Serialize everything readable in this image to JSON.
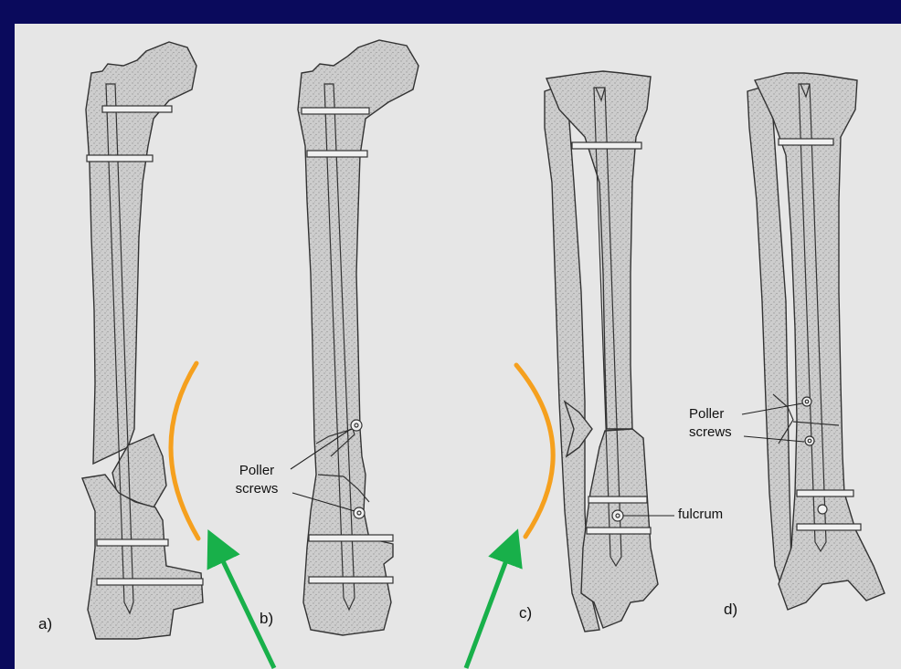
{
  "background_color": "#0a0a5c",
  "paper_color": "#e6e6e6",
  "bone_fill": "#cfcfcf",
  "highlight_arc_color": "#f5a01e",
  "arrow_color": "#18b04a",
  "panels": [
    {
      "label": "a)",
      "bone": "femur"
    },
    {
      "label": "b)",
      "bone": "femur"
    },
    {
      "label": "c)",
      "bone": "tibia"
    },
    {
      "label": "d)",
      "bone": "tibia"
    }
  ],
  "callouts": {
    "poller_b": {
      "line1": "Poller",
      "line2": "screws"
    },
    "poller_d": {
      "line1": "Poller",
      "line2": "screws"
    },
    "fulcrum": "fulcrum"
  }
}
